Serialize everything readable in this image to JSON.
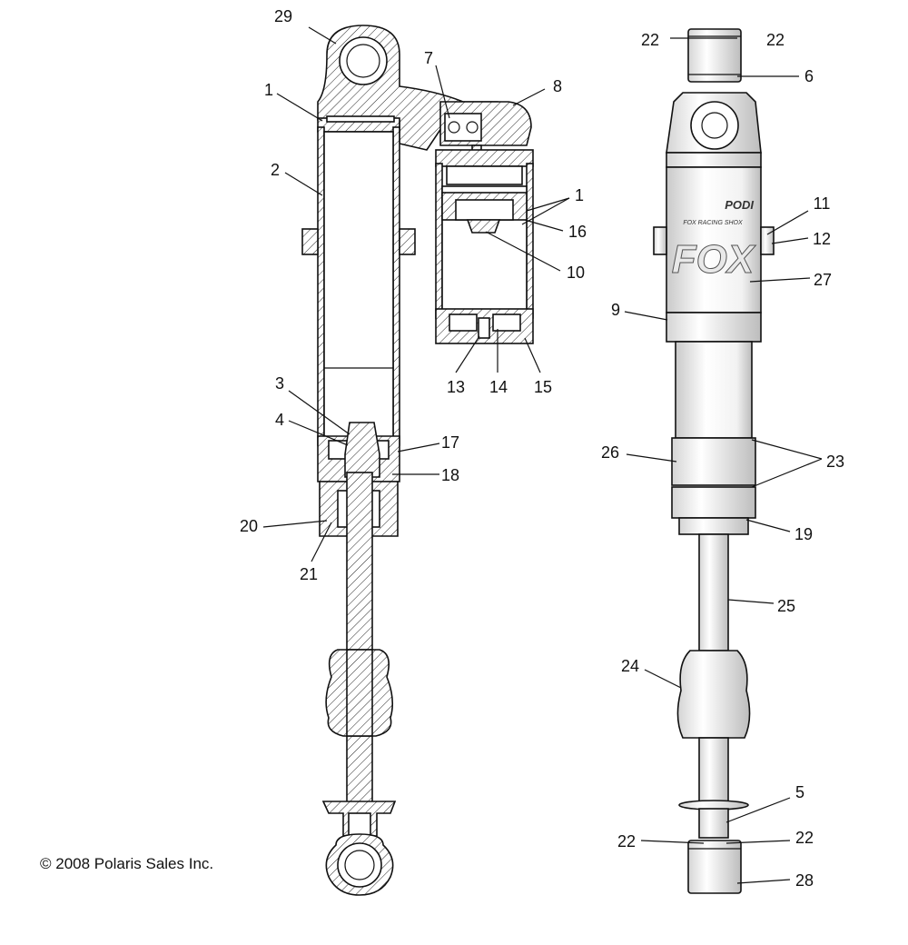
{
  "callouts": [
    {
      "id": "c29",
      "text": "29"
    },
    {
      "id": "c1a",
      "text": "1"
    },
    {
      "id": "c2",
      "text": "2"
    },
    {
      "id": "c7",
      "text": "7"
    },
    {
      "id": "c8",
      "text": "8"
    },
    {
      "id": "c1b",
      "text": "1"
    },
    {
      "id": "c16",
      "text": "16"
    },
    {
      "id": "c10",
      "text": "10"
    },
    {
      "id": "c13",
      "text": "13"
    },
    {
      "id": "c14",
      "text": "14"
    },
    {
      "id": "c15",
      "text": "15"
    },
    {
      "id": "c3",
      "text": "3"
    },
    {
      "id": "c4",
      "text": "4"
    },
    {
      "id": "c17",
      "text": "17"
    },
    {
      "id": "c18",
      "text": "18"
    },
    {
      "id": "c20",
      "text": "20"
    },
    {
      "id": "c21",
      "text": "21"
    },
    {
      "id": "c22a",
      "text": "22"
    },
    {
      "id": "c22b",
      "text": "22"
    },
    {
      "id": "c6",
      "text": "6"
    },
    {
      "id": "c11",
      "text": "11"
    },
    {
      "id": "c12",
      "text": "12"
    },
    {
      "id": "c27",
      "text": "27"
    },
    {
      "id": "c9",
      "text": "9"
    },
    {
      "id": "c26",
      "text": "26"
    },
    {
      "id": "c23",
      "text": "23"
    },
    {
      "id": "c19",
      "text": "19"
    },
    {
      "id": "c25",
      "text": "25"
    },
    {
      "id": "c24",
      "text": "24"
    },
    {
      "id": "c5",
      "text": "5"
    },
    {
      "id": "c22c",
      "text": "22"
    },
    {
      "id": "c22d",
      "text": "22"
    },
    {
      "id": "c28",
      "text": "28"
    }
  ],
  "copyright": "© 2008 Polaris Sales Inc.",
  "body_labels": {
    "brand": "FOX",
    "top_badge": "PODI",
    "racing_text": "FOX RACING SHOX"
  }
}
